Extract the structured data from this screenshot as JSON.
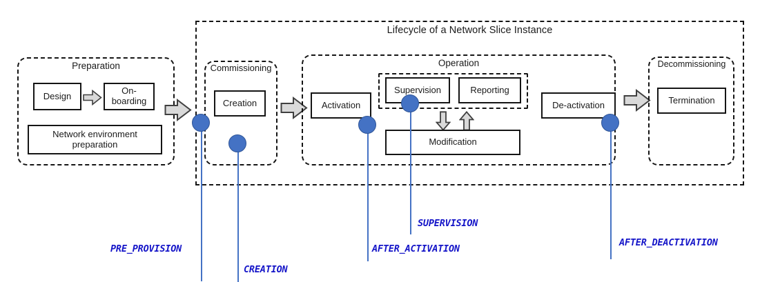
{
  "diagram": {
    "title": "Lifecycle of a Network Slice Instance",
    "colors": {
      "marker_fill": "#4472C4",
      "marker_stroke": "#2F5597",
      "annotation_text": "#1414C8",
      "arrow_fill": "#D9D9D9",
      "arrow_stroke": "#3F3F3F",
      "box_stroke": "#141414"
    },
    "phases": [
      {
        "id": "preparation",
        "label": "Preparation"
      },
      {
        "id": "commissioning",
        "label": "Commissioning"
      },
      {
        "id": "operation",
        "label": "Operation"
      },
      {
        "id": "decommissioning",
        "label": "Decommissioning"
      }
    ],
    "boxes": {
      "design": "Design",
      "onboarding": "On-\nboarding",
      "onboarding_line1": "On-",
      "onboarding_line2": "boarding",
      "network_env_line1": "Network environment",
      "network_env_line2": "preparation",
      "creation": "Creation",
      "activation": "Activation",
      "supervision": "Supervision",
      "reporting": "Reporting",
      "modification": "Modification",
      "deactivation": "De-activation",
      "termination": "Termination"
    },
    "annotations": [
      {
        "id": "pre-provision",
        "label": "PRE_PROVISION"
      },
      {
        "id": "creation",
        "label": "CREATION"
      },
      {
        "id": "after-activation",
        "label": "AFTER_ACTIVATION"
      },
      {
        "id": "supervision",
        "label": "SUPERVISION"
      },
      {
        "id": "after-deactivation",
        "label": "AFTER_DEACTIVATION"
      }
    ]
  }
}
